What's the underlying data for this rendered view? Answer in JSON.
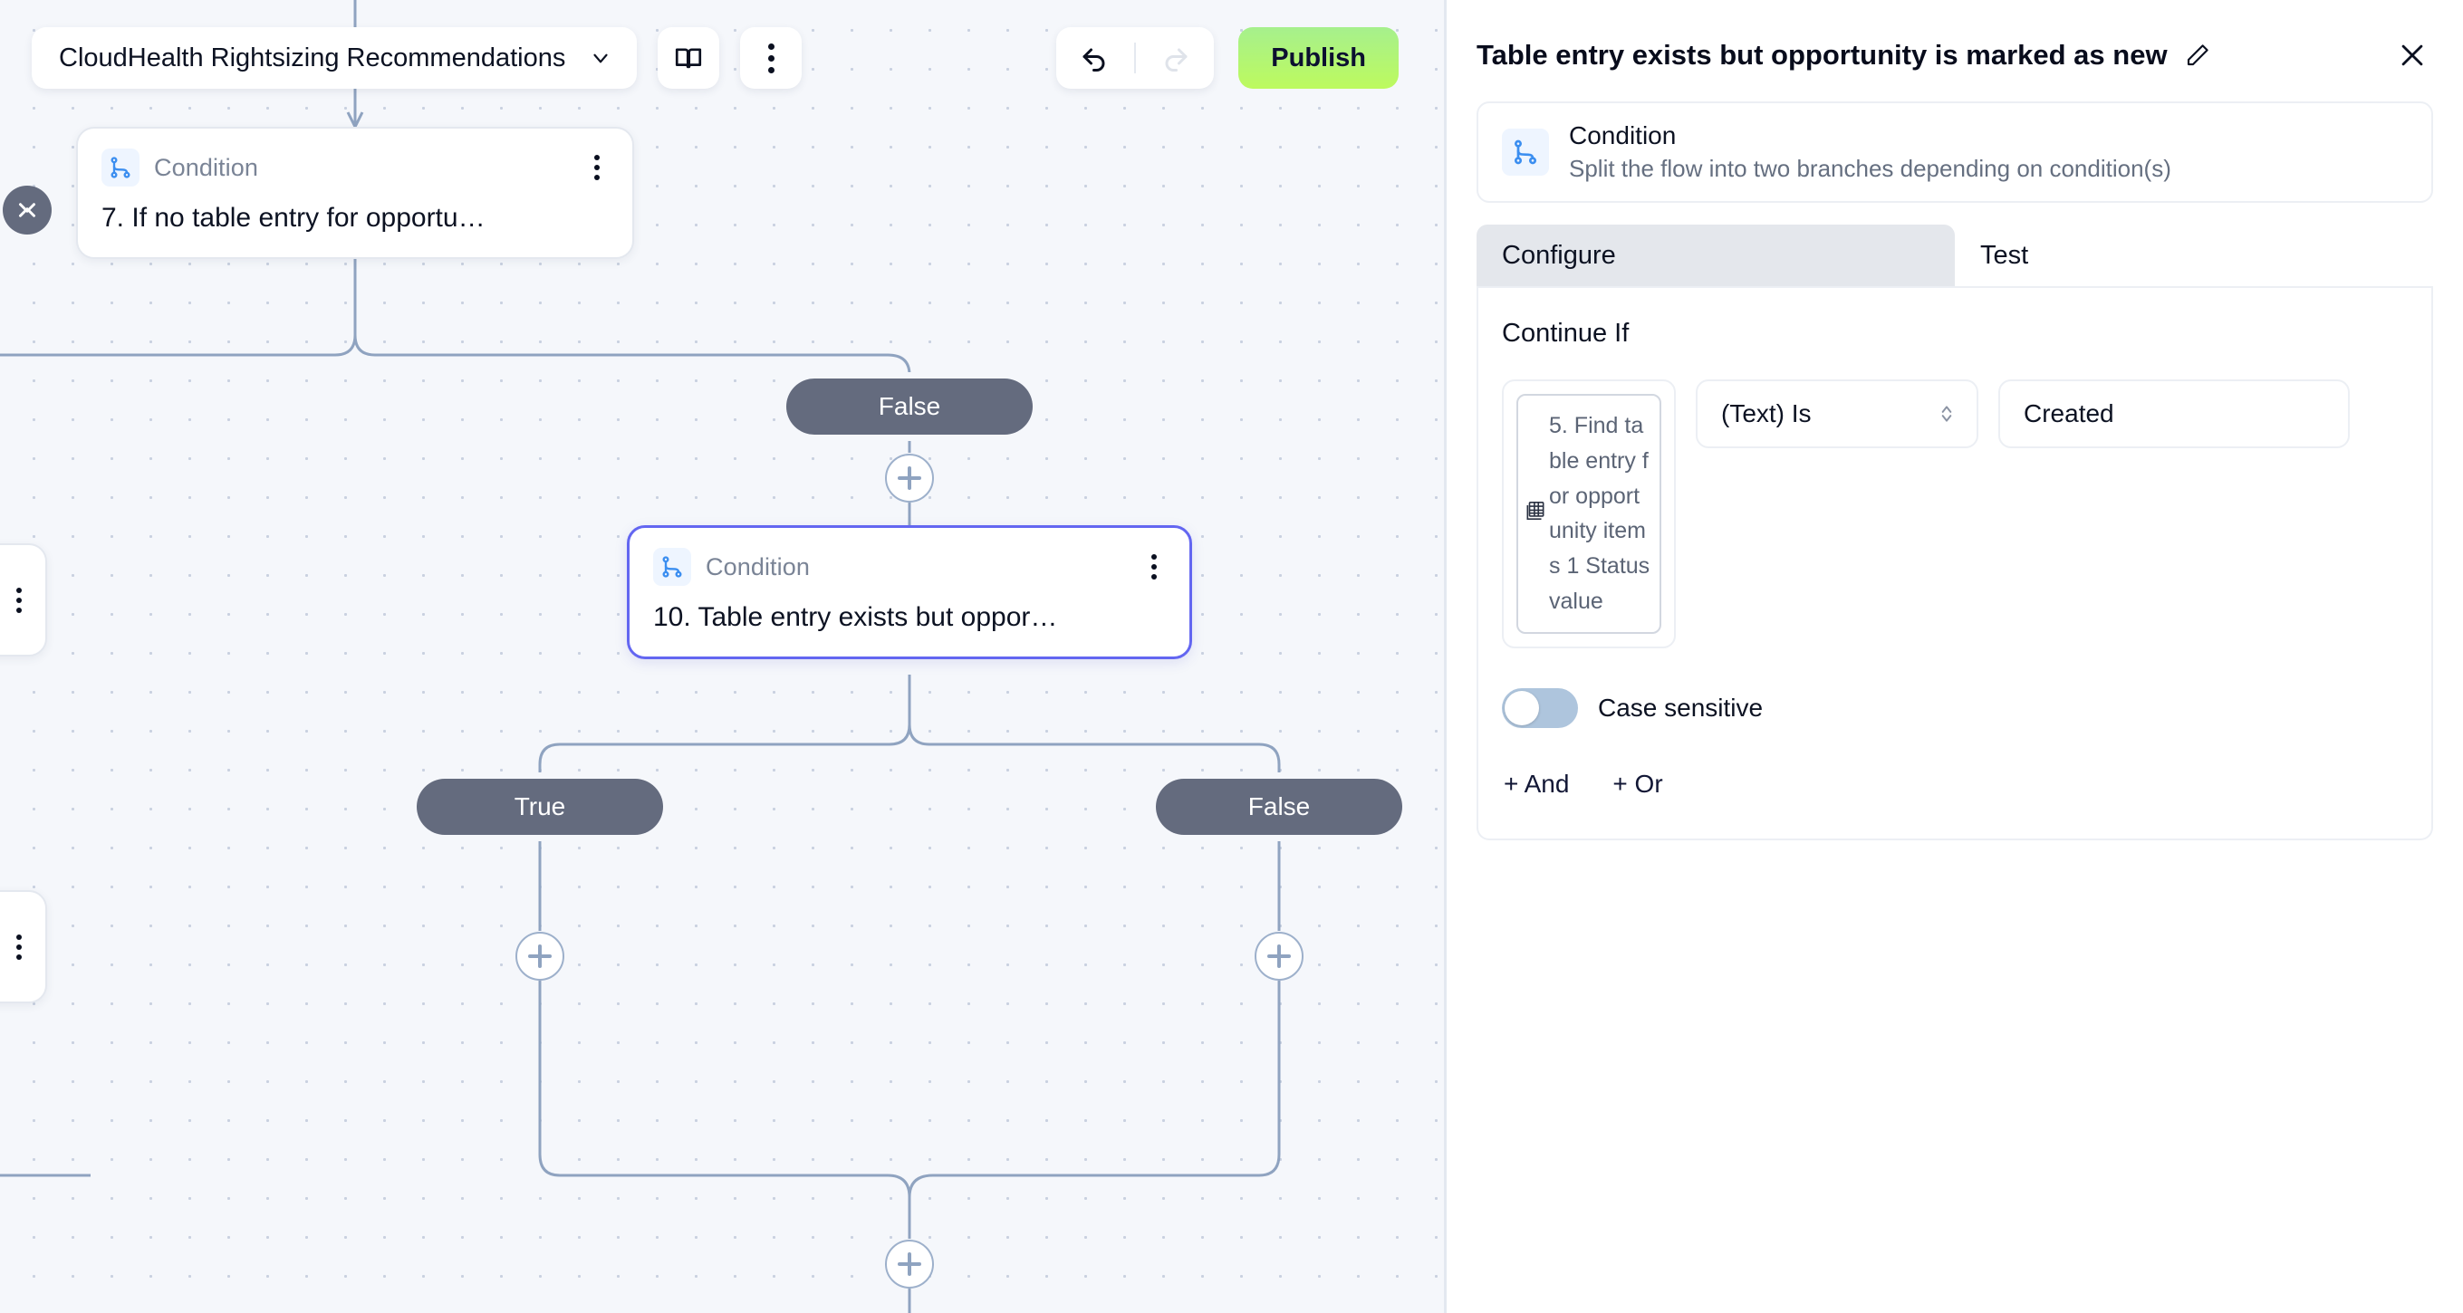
{
  "toolbar": {
    "flow_name": "CloudHealth Rightsizing Recommendations",
    "chevron_icon": "chevron-down-icon",
    "docs_icon": "book-icon",
    "more_icon": "kebab-menu-icon",
    "undo_icon": "undo-arrow-icon",
    "redo_icon": "redo-arrow-icon",
    "publish_label": "Publish",
    "publish_color": "#bdfa5e"
  },
  "canvas": {
    "collapse_icon": "collapse-chevrons-icon",
    "add_icon": "plus-icon",
    "node_icon": "condition-branch-icon",
    "node_icon_color": "#3b8ef0",
    "selected_border_color": "#6366f1",
    "pill_color": "#646b7e",
    "edge_color": "#8fa3c0",
    "nodes": [
      {
        "type": "Condition",
        "title": "7. If no table entry for opportu…",
        "menu_icon": "kebab-menu-icon",
        "selected": false
      },
      {
        "type": "Condition",
        "title": "10. Table entry exists but oppor…",
        "menu_icon": "kebab-menu-icon",
        "selected": true
      }
    ],
    "branch_labels": {
      "top_false": "False",
      "bottom_true": "True",
      "bottom_false": "False"
    }
  },
  "panel": {
    "title": "Table entry exists but opportunity is marked as new",
    "edit_icon": "pencil-edit-icon",
    "close_icon": "close-x-icon",
    "info": {
      "icon": "condition-branch-icon",
      "title": "Condition",
      "subtitle": "Split the flow into two branches depending on condition(s)"
    },
    "tabs": [
      {
        "label": "Configure",
        "active": true
      },
      {
        "label": "Test",
        "active": false
      }
    ],
    "configure": {
      "section_label": "Continue If",
      "token": {
        "icon": "table-grid-icon",
        "text": "5. Find table entry for opportunity items 1 Status value"
      },
      "operator": {
        "value": "(Text) Is",
        "caret_icon": "chevron-updown-icon"
      },
      "value_field": {
        "value": "Created",
        "placeholder": "Enter value"
      },
      "case_sensitive": {
        "label": "Case sensitive",
        "enabled": false
      },
      "add_and_label": "+ And",
      "add_or_label": "+ Or"
    }
  }
}
